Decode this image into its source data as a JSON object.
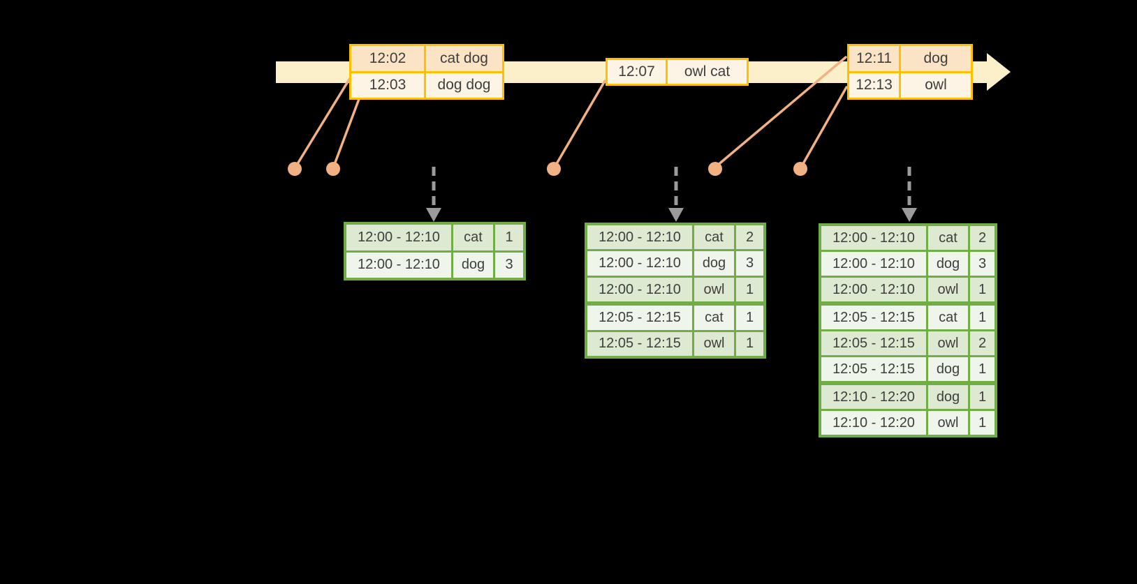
{
  "colors": {
    "background": "#000000",
    "timeline-fill": "#FCF0CB",
    "event-border": "#FFC000",
    "event-row-dark": "#FBE3C6",
    "event-row-light": "#FDF4E6",
    "connector": "#F2B183",
    "arrow-gray": "#9B9B9B",
    "result-border": "#70AD47",
    "result-row-dark": "#DEE9D2",
    "result-row-light": "#F0F5EB",
    "cell-text": "#3E3E3E"
  },
  "event_tables": [
    {
      "rows": [
        {
          "time": "12:02",
          "words": "cat dog"
        },
        {
          "time": "12:03",
          "words": "dog dog"
        }
      ]
    },
    {
      "rows": [
        {
          "time": "12:07",
          "words": "owl cat"
        }
      ]
    },
    {
      "rows": [
        {
          "time": "12:11",
          "words": "dog"
        },
        {
          "time": "12:13",
          "words": "owl"
        }
      ]
    }
  ],
  "result_tables": [
    {
      "rows": [
        {
          "window": "12:00 - 12:10",
          "word": "cat",
          "count": "1"
        },
        {
          "window": "12:00 - 12:10",
          "word": "dog",
          "count": "3"
        }
      ]
    },
    {
      "rows": [
        {
          "window": "12:00 - 12:10",
          "word": "cat",
          "count": "2"
        },
        {
          "window": "12:00 - 12:10",
          "word": "dog",
          "count": "3"
        },
        {
          "window": "12:00 - 12:10",
          "word": "owl",
          "count": "1"
        },
        {
          "window": "12:05 - 12:15",
          "word": "cat",
          "count": "1"
        },
        {
          "window": "12:05 - 12:15",
          "word": "owl",
          "count": "1"
        }
      ]
    },
    {
      "rows": [
        {
          "window": "12:00 - 12:10",
          "word": "cat",
          "count": "2"
        },
        {
          "window": "12:00 - 12:10",
          "word": "dog",
          "count": "3"
        },
        {
          "window": "12:00 - 12:10",
          "word": "owl",
          "count": "1"
        },
        {
          "window": "12:05 - 12:15",
          "word": "cat",
          "count": "1"
        },
        {
          "window": "12:05 - 12:15",
          "word": "owl",
          "count": "2"
        },
        {
          "window": "12:05 - 12:15",
          "word": "dog",
          "count": "1"
        },
        {
          "window": "12:10 - 12:20",
          "word": "dog",
          "count": "1"
        },
        {
          "window": "12:10 - 12:20",
          "word": "owl",
          "count": "1"
        }
      ]
    }
  ]
}
